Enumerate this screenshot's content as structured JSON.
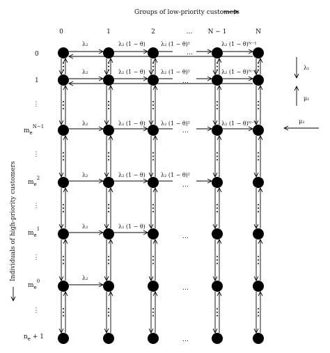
{
  "top_header": "Groups of low-priority customers",
  "side_header": "Individuals of high-priority customers",
  "columns": [
    "0",
    "1",
    "2",
    "…",
    "N − 1",
    "N"
  ],
  "rows": [
    {
      "base": "0",
      "sup": ""
    },
    {
      "base": "1",
      "sup": ""
    },
    {
      "base": "m",
      "sub": "e",
      "sup": "N−1"
    },
    {
      "base": "m",
      "sub": "e",
      "sup": "2"
    },
    {
      "base": "m",
      "sub": "e",
      "sup": "1"
    },
    {
      "base": "m",
      "sub": "e",
      "sup": "0"
    },
    {
      "base": "n",
      "sub": "e",
      "suffix": " + 1"
    }
  ],
  "row_ellipsis": "⋮",
  "col_ellipsis": "…",
  "edge_labels": {
    "lambda2": "λ₂",
    "l2_1": "λ₂ (1 − θ)",
    "l2_2": "λ₂ (1 − θ)²",
    "l2_N1": "λ₂ (1 − θ)ᴺ⁻¹"
  },
  "legend": {
    "lambda1": "λ₁",
    "mu1": "μ₁",
    "mu2": "μ₂"
  },
  "row_spans": [
    5,
    5,
    5,
    4,
    3,
    2,
    1
  ]
}
